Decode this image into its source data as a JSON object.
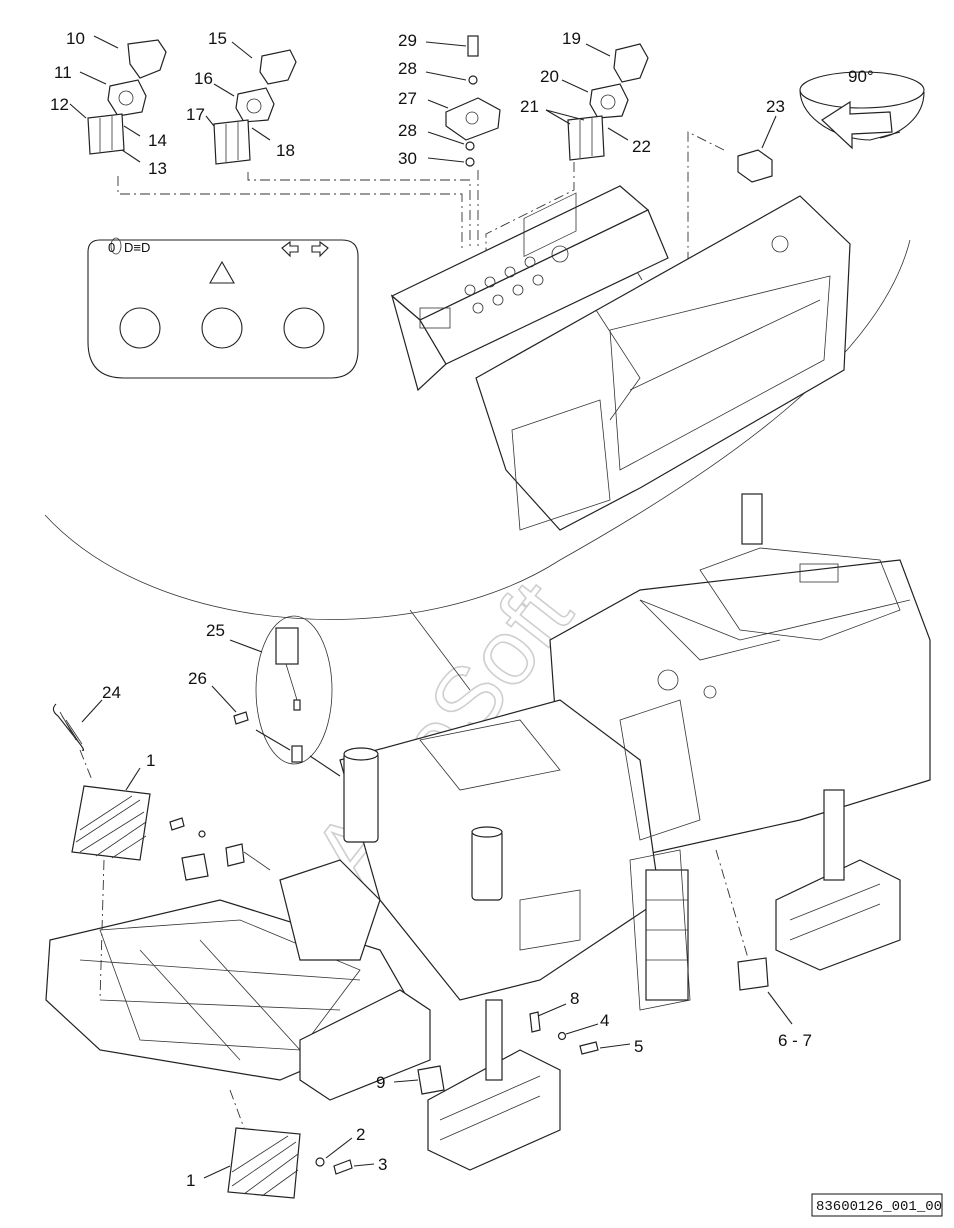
{
  "watermark": "AutoSoft",
  "rotation_label": "90°",
  "drawing_ref": "83600126_001_00",
  "callouts": {
    "c1a": "1",
    "c1b": "1",
    "c2": "2",
    "c3": "3",
    "c4": "4",
    "c5": "5",
    "c6_7": "6 - 7",
    "c8": "8",
    "c9": "9",
    "c10": "10",
    "c11": "11",
    "c12": "12",
    "c13": "13",
    "c14": "14",
    "c15": "15",
    "c16": "16",
    "c17": "17",
    "c18": "18",
    "c19": "19",
    "c20": "20",
    "c21": "21",
    "c22": "22",
    "c23": "23",
    "c24": "24",
    "c25": "25",
    "c26": "26",
    "c27": "27",
    "c28a": "28",
    "c28b": "28",
    "c29": "29",
    "c30": "30"
  }
}
